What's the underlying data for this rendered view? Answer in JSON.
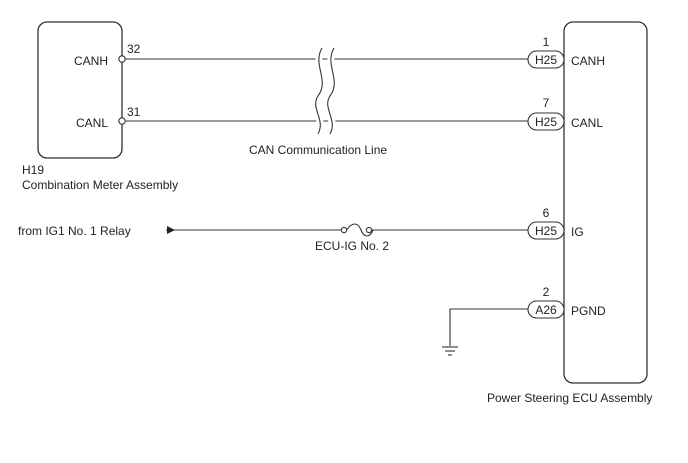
{
  "combination_meter": {
    "connector": "H19",
    "name": "Combination Meter Assembly",
    "pins": [
      {
        "signal": "CANH",
        "pin": "32"
      },
      {
        "signal": "CANL",
        "pin": "31"
      }
    ]
  },
  "can_line_label": "CAN Communication Line",
  "power_source": {
    "label": "from IG1 No. 1 Relay",
    "fuse": "ECU-IG No. 2"
  },
  "power_steering_ecu": {
    "name": "Power Steering ECU Assembly",
    "pins": [
      {
        "connector": "H25",
        "pin": "1",
        "signal": "CANH"
      },
      {
        "connector": "H25",
        "pin": "7",
        "signal": "CANL"
      },
      {
        "connector": "H25",
        "pin": "6",
        "signal": "IG"
      },
      {
        "connector": "A26",
        "pin": "2",
        "signal": "PGND"
      }
    ]
  }
}
